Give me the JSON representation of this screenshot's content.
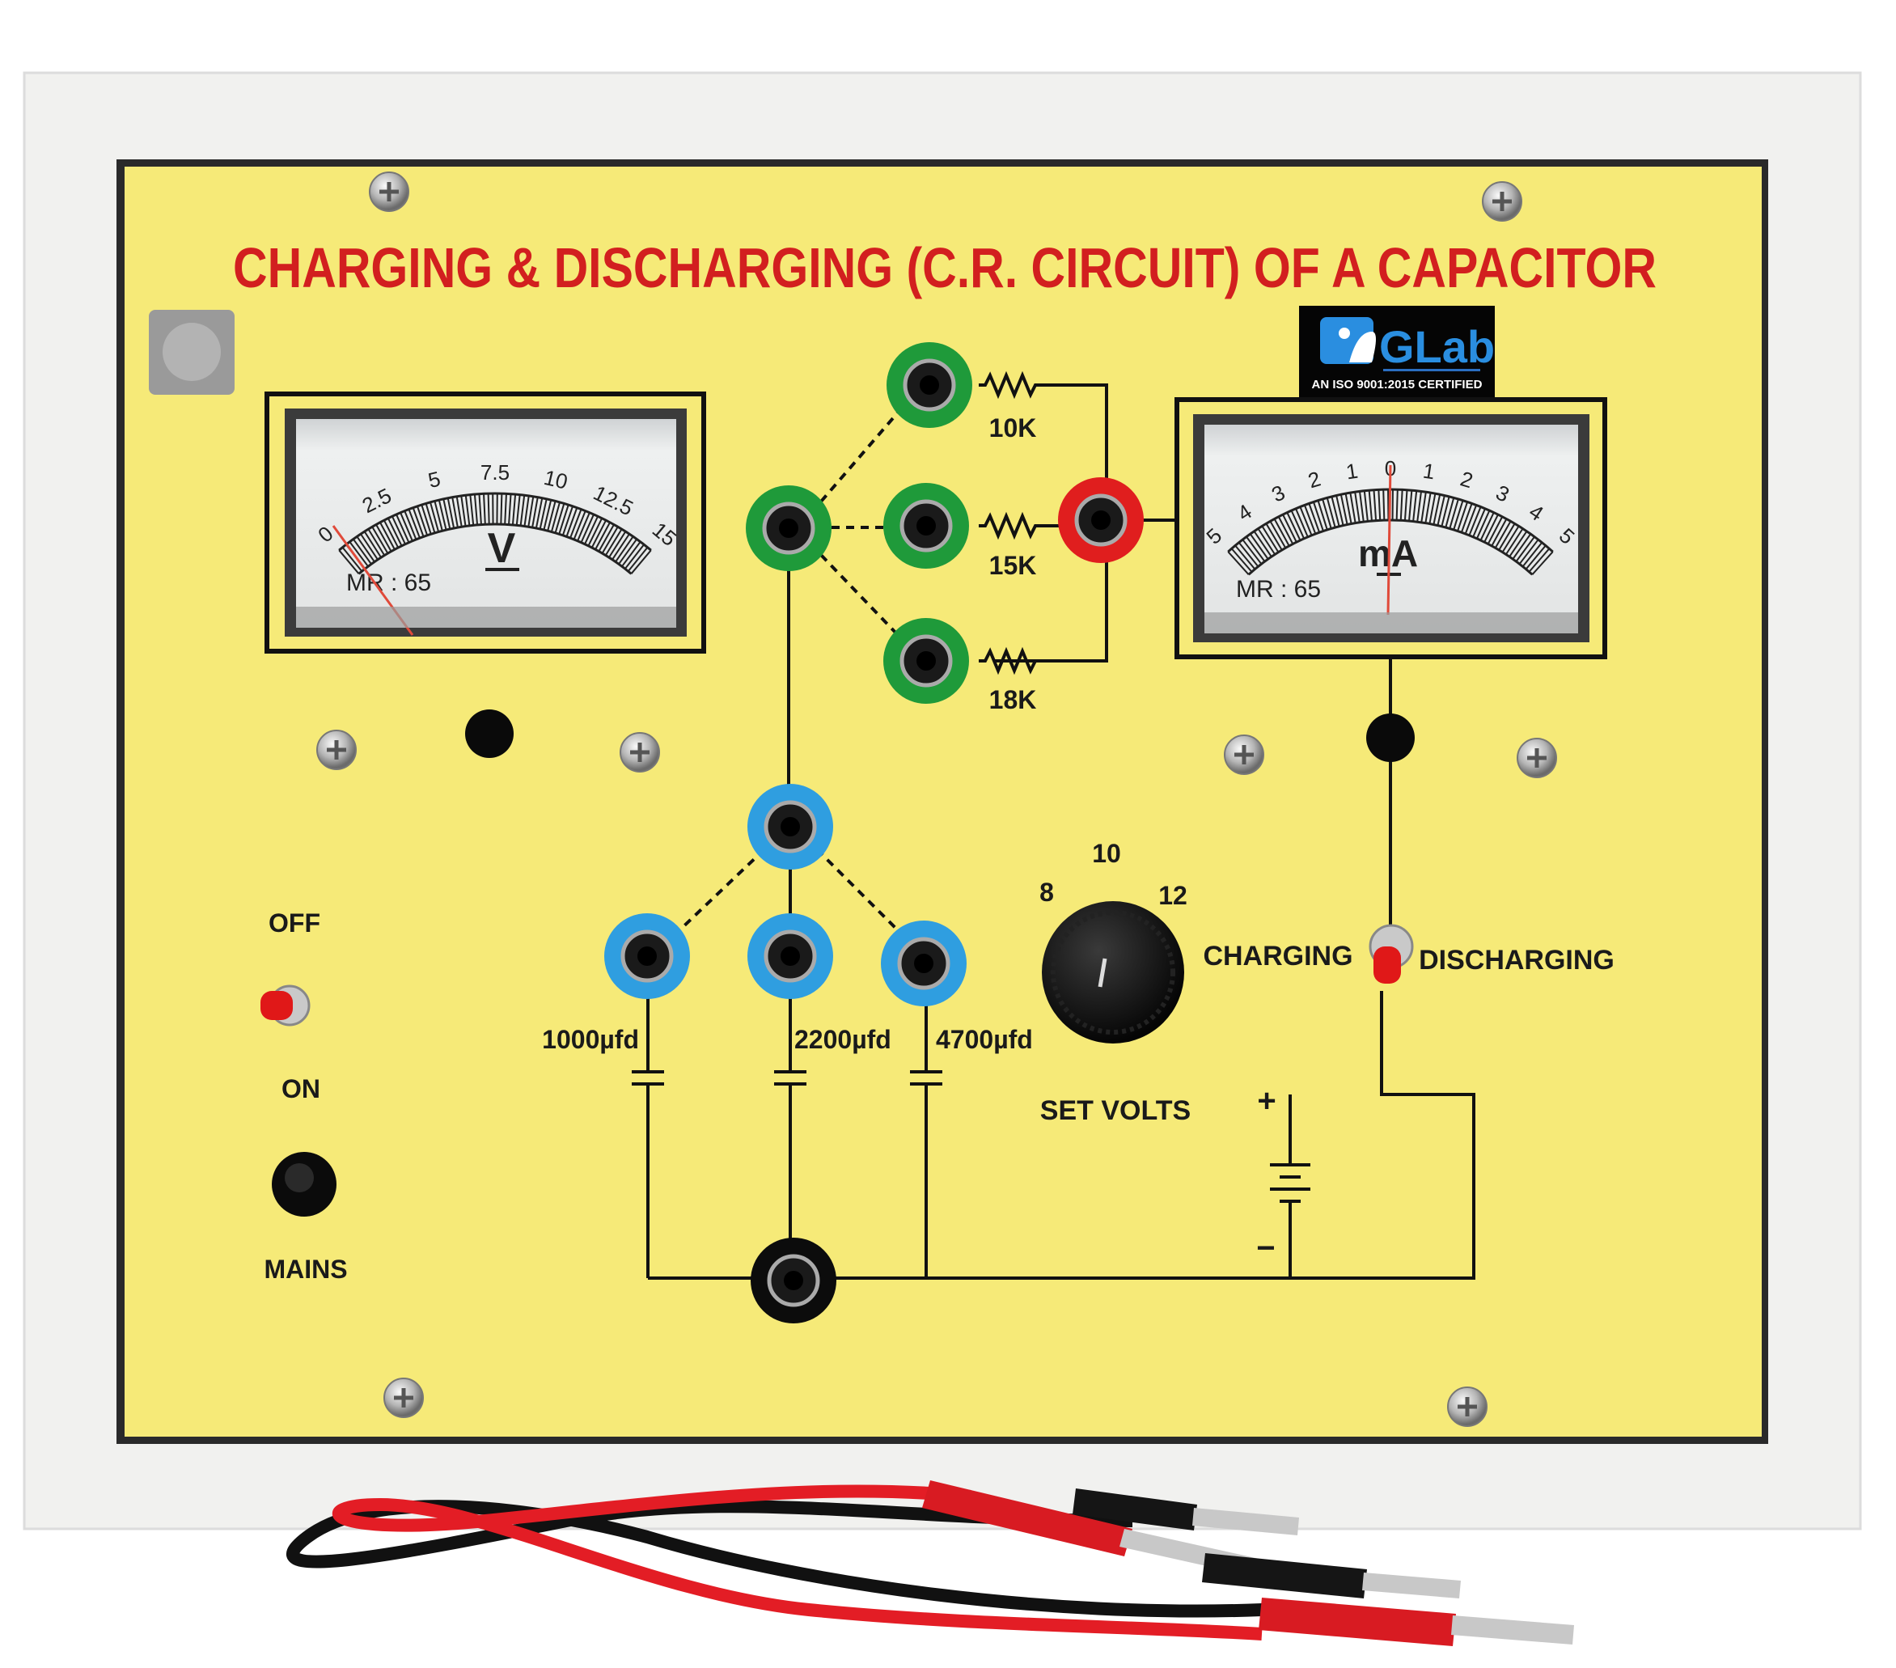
{
  "panel": {
    "title": "CHARGING & DISCHARGING (C.R. CIRCUIT) OF A CAPACITOR",
    "colors": {
      "panel": "#f6ea78",
      "title": "#d21f1f",
      "frame": "#f2f2f0"
    }
  },
  "logo": {
    "brand": "GLab",
    "tagline": "AN ISO 9001:2015 CERTIFIED"
  },
  "voltmeter": {
    "unit": "V",
    "scale": [
      "0",
      "2.5",
      "5",
      "7.5",
      "10",
      "12.5",
      "15"
    ],
    "model": "MR : 65",
    "reading": 0
  },
  "ammeter": {
    "unit": "mA",
    "scale": [
      "5",
      "4",
      "3",
      "2",
      "1",
      "0",
      "1",
      "2",
      "3",
      "4",
      "5"
    ],
    "model": "MR : 65",
    "reading": 0
  },
  "resistors": [
    {
      "label": "10K"
    },
    {
      "label": "15K"
    },
    {
      "label": "18K"
    }
  ],
  "capacitors": [
    {
      "label": "1000µfd"
    },
    {
      "label": "2200µfd"
    },
    {
      "label": "4700µfd"
    }
  ],
  "power": {
    "off_label": "OFF",
    "on_label": "ON",
    "mains_label": "MAINS"
  },
  "voltage_knob": {
    "label": "SET VOLTS",
    "marks": [
      "8",
      "10",
      "12"
    ]
  },
  "mode_switch": {
    "left_label": "CHARGING",
    "right_label": "DISCHARGING"
  },
  "battery": {
    "plus": "+",
    "minus": "−"
  }
}
